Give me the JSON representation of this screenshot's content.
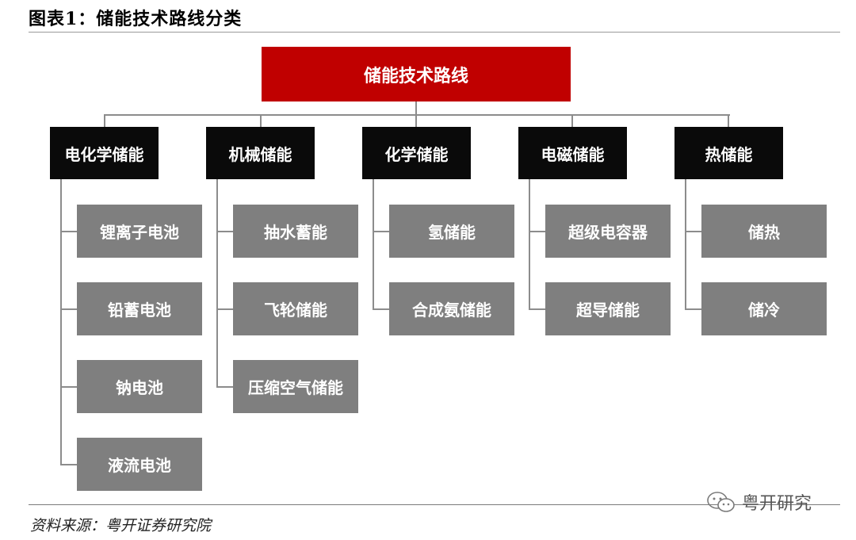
{
  "figure": {
    "title": "图表1：储能技术路线分类",
    "source": "资料来源：粤开证券研究院",
    "watermark": "粤开研究",
    "watermark_icon": "wechat-icon"
  },
  "diagram": {
    "root": "储能技术路线",
    "categories": [
      {
        "label": "电化学储能",
        "items": [
          "锂离子电池",
          "铅蓄电池",
          "钠电池",
          "液流电池"
        ]
      },
      {
        "label": "机械储能",
        "items": [
          "抽水蓄能",
          "飞轮储能",
          "压缩空气储能"
        ]
      },
      {
        "label": "化学储能",
        "items": [
          "氢储能",
          "合成氨储能"
        ]
      },
      {
        "label": "电磁储能",
        "items": [
          "超级电容器",
          "超导储能"
        ]
      },
      {
        "label": "热储能",
        "items": [
          "储热",
          "储冷"
        ]
      }
    ]
  },
  "colors": {
    "root_fill": "#c00000",
    "category_fill": "#0a0a0a",
    "leaf_fill": "#7f7f7f",
    "connector": "#8c8c8c",
    "text_on_fill": "#ffffff"
  }
}
